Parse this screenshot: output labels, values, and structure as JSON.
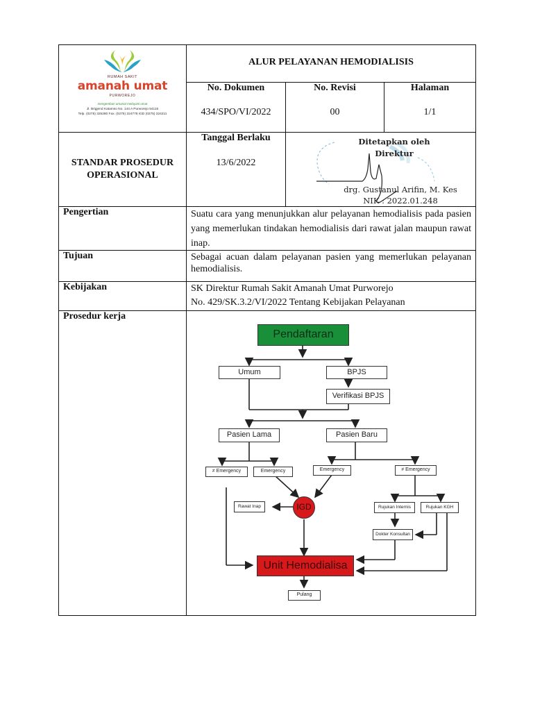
{
  "header": {
    "title": "ALUR PELAYANAN HEMODIALISIS",
    "no_dokumen_label": "No. Dokumen",
    "no_dokumen_value": "434/SPO/VI/2022",
    "no_revisi_label": "No. Revisi",
    "no_revisi_value": "00",
    "halaman_label": "Halaman",
    "halaman_value": "1/1",
    "tanggal_label": "Tanggal Berlaku",
    "tanggal_value": "13/6/2022",
    "spo_label_1": "STANDAR PROSEDUR",
    "spo_label_2": "OPERASIONAL"
  },
  "logo": {
    "name_top": "RUMAH SAKIT",
    "name_main": "amanah umat",
    "name_city": "PURWOREJO",
    "tagline": "mengemban amanat melayani umat",
    "address_1": "Jl. Brigjend Katamso No. 144 A Purworejo 54115",
    "address_2": "Telp. (0275) 325280 Fax. (0275) 324778 IGD (0275) 324211"
  },
  "signature": {
    "line1": "Ditetapkan oleh",
    "line2": "Direktur",
    "name": "drg. Gustanul Arifin, M. Kes",
    "nik": "NIK : 2022.01.248"
  },
  "sections": {
    "pengertian_label": "Pengertian",
    "pengertian_text": "Suatu cara yang menunjukkan alur pelayanan hemodialisis pada pasien yang memerlukan tindakan hemodialisis dari rawat jalan maupun rawat inap.",
    "tujuan_label": "Tujuan",
    "tujuan_text": "Sebagai acuan dalam pelayanan pasien yang memerlukan pelayanan hemodialisis.",
    "kebijakan_label": "Kebijakan",
    "kebijakan_line1": "SK Direktur Rumah Sakit Amanah Umat Purworejo",
    "kebijakan_line2": "No. 429/SK.3.2/VI/2022 Tentang Kebijakan Pelayanan",
    "prosedur_label": "Prosedur kerja"
  },
  "flowchart": {
    "pendaftaran": "Pendaftaran",
    "umum": "Umum",
    "bpjs": "BPJS",
    "verifikasi": "Verifikasi BPJS",
    "pasien_lama": "Pasien Lama",
    "pasien_baru": "Pasien Baru",
    "ne_emergency_1": "≠ Emergency",
    "emergency_1": "Emergency",
    "emergency_2": "Emergency",
    "ne_emergency_2": "≠ Emergency",
    "rawat_inap": "Rawat Inap",
    "igd": "IGD",
    "rujukan_internis": "Rujukan Internis",
    "rujukan_kgh": "Rujukan KGH",
    "dokter_konsultan": "Dokter Konsultan",
    "unit_hemodialisa": "Unit Hemodialisa",
    "pulang": "Pulang",
    "colors": {
      "green": "#1a8f3a",
      "red": "#d7191c"
    }
  }
}
